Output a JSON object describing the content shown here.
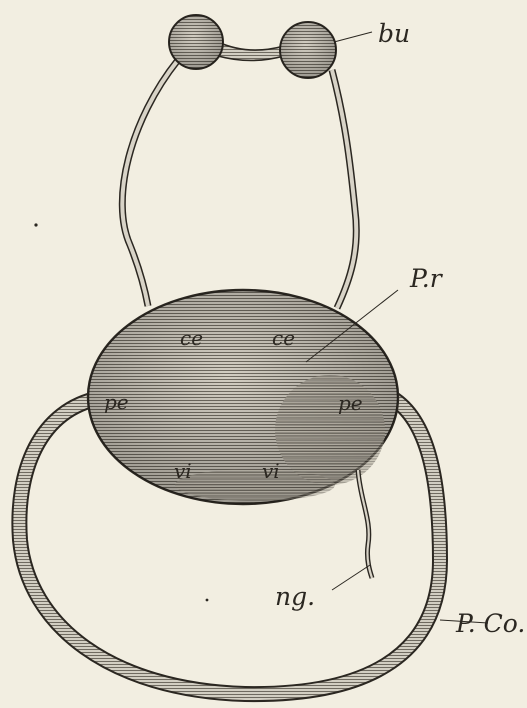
{
  "figure": {
    "colors": {
      "paper": "#f2eee1",
      "ink": "#2b2721",
      "shade": "#8f8a80"
    },
    "labels": {
      "buccal_ganglia": "bu",
      "pedal_region_right": "P.r",
      "cerebral_left": "ce",
      "cerebral_right": "ce",
      "pedal_left": "pe",
      "pedal_right": "pe",
      "visceral_left": "vi",
      "visceral_right": "vi",
      "nerve": "ng.",
      "pedal_commissure": "P. Co."
    }
  }
}
